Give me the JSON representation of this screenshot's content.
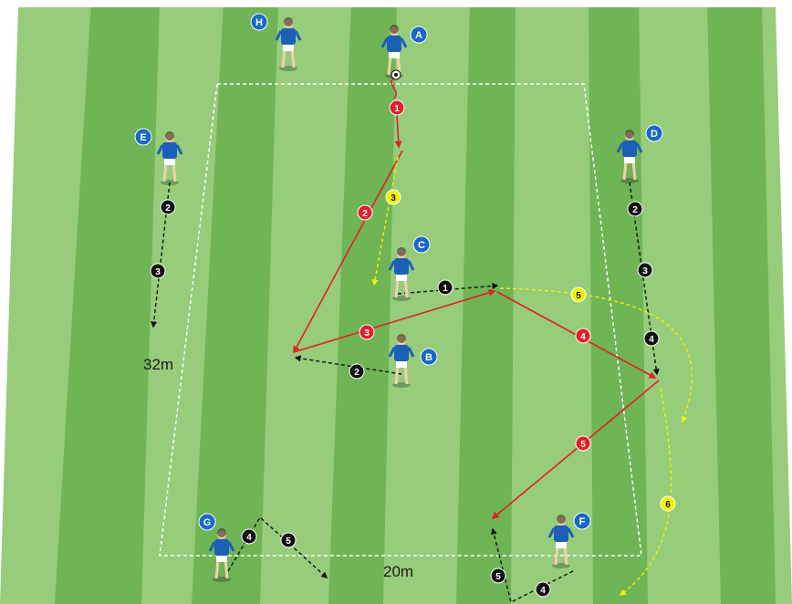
{
  "pitch": {
    "stripe_light": "#96cc7a",
    "stripe_dark": "#6fb455",
    "line_color": "#ffffff"
  },
  "dimensions": {
    "length_label": "32m",
    "width_label": "20m"
  },
  "players": [
    {
      "id": "H",
      "label": "H"
    },
    {
      "id": "A",
      "label": "A"
    },
    {
      "id": "E",
      "label": "E"
    },
    {
      "id": "D",
      "label": "D"
    },
    {
      "id": "C",
      "label": "C"
    },
    {
      "id": "B",
      "label": "B"
    },
    {
      "id": "G",
      "label": "G"
    },
    {
      "id": "F",
      "label": "F"
    }
  ],
  "colors": {
    "pass": "#e0202a",
    "run": "#111111",
    "yellow_run": "#f2f200",
    "player_badge": "#1a68c8",
    "kit_shirt": "#1c5fb8",
    "kit_shorts": "#ffffff"
  },
  "markers": {
    "red": [
      "1",
      "2",
      "3",
      "4",
      "5"
    ],
    "black_left": [
      "2",
      "3"
    ],
    "black_c": "1",
    "black_b": "2",
    "black_right": [
      "2",
      "3",
      "4"
    ],
    "black_g": [
      "4",
      "5"
    ],
    "black_f": [
      "5",
      "4"
    ],
    "yellow": [
      "3",
      "5",
      "6"
    ]
  }
}
